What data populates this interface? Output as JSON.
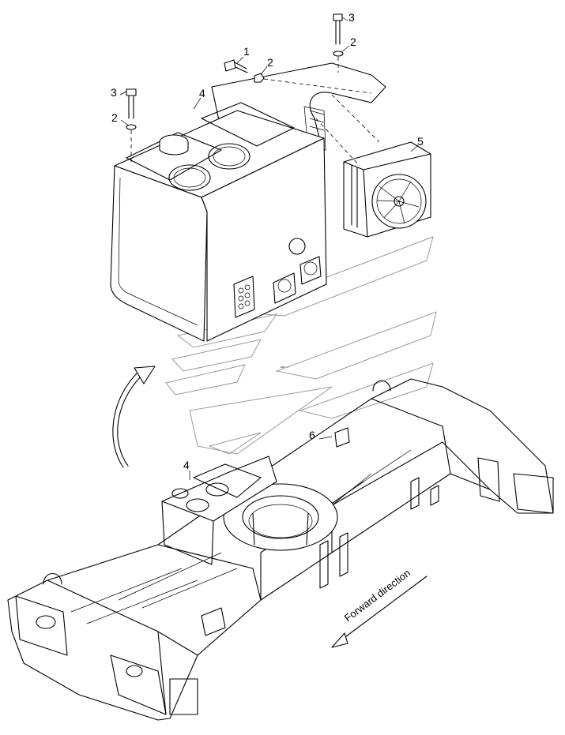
{
  "diagram": {
    "callouts": [
      {
        "id": "c1",
        "label": "1"
      },
      {
        "id": "c2a",
        "label": "2"
      },
      {
        "id": "c2b",
        "label": "2"
      },
      {
        "id": "c2c",
        "label": "2"
      },
      {
        "id": "c3a",
        "label": "3"
      },
      {
        "id": "c3b",
        "label": "3"
      },
      {
        "id": "c4a",
        "label": "4"
      },
      {
        "id": "c4b",
        "label": "4"
      },
      {
        "id": "c5",
        "label": "5"
      },
      {
        "id": "c6",
        "label": "6"
      }
    ],
    "direction_label": "Forward direction"
  }
}
